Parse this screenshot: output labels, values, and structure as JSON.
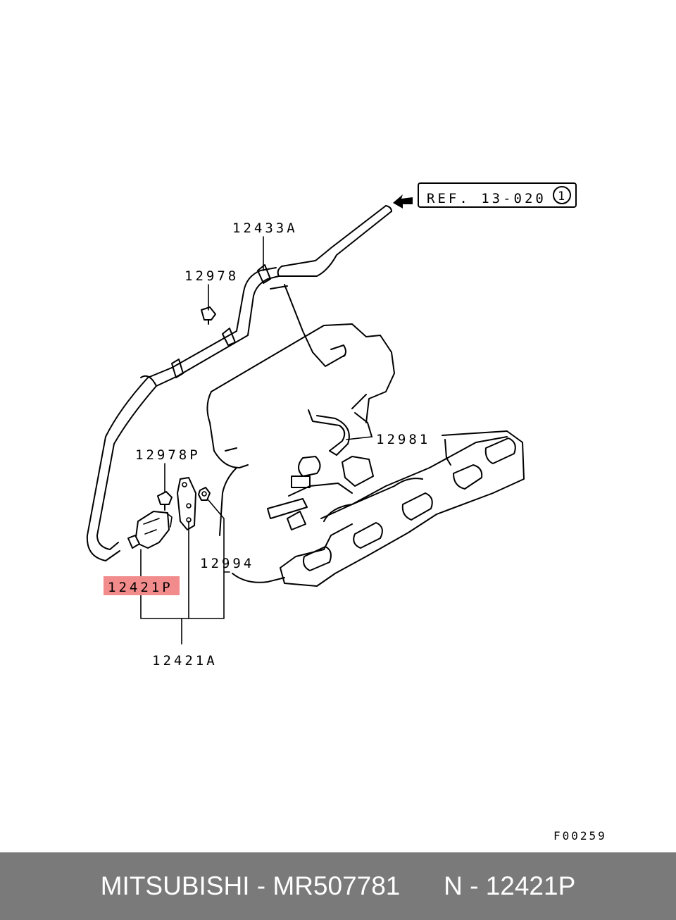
{
  "diagram": {
    "ref_label": "REF. 13-020",
    "ref_circle": "1",
    "labels": {
      "hose_main": "12433A",
      "bolt_upper": "12978",
      "bolt_lower": "12978P",
      "hose_small": "12981",
      "gasket": "12994",
      "valve": "12421P",
      "valve_assy": "12421A"
    },
    "highlighted_part": "12421P",
    "highlight_color": "#f28b8b",
    "figure_code": "F00259"
  },
  "footer": {
    "brand": "MITSUBISHI",
    "separator": " - ",
    "part_number": "MR507781",
    "ref_prefix": "N - ",
    "ref_number": "12421P",
    "bar_color": "#7a7a7a"
  }
}
